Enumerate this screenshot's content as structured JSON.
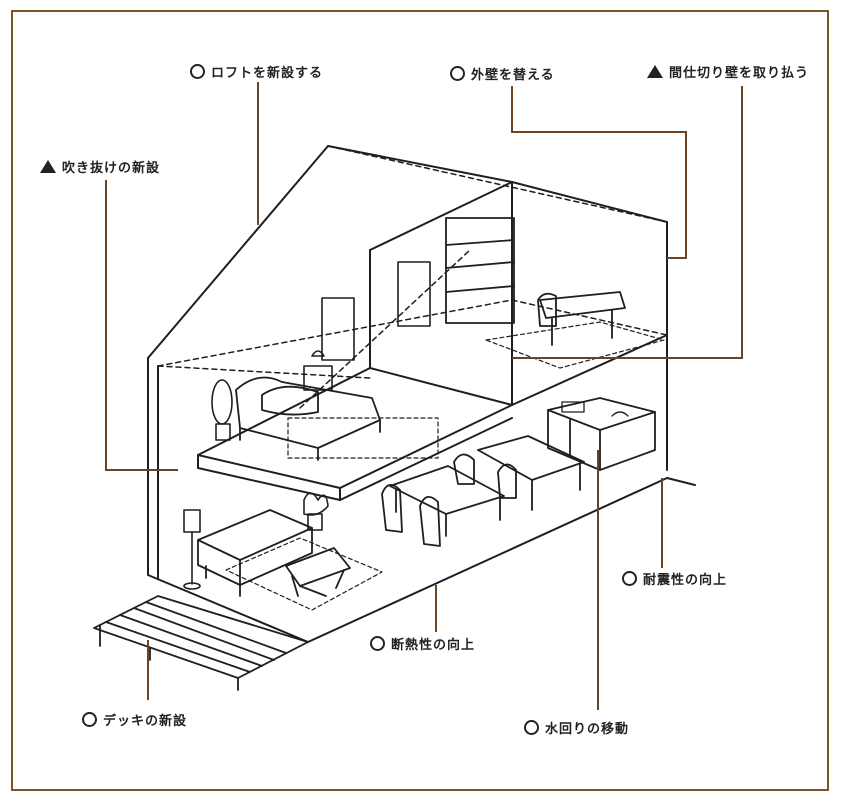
{
  "colors": {
    "frame": "#7a532a",
    "leader": "#6b4523",
    "ink": "#1f1f1f"
  },
  "labels": [
    {
      "id": "loft",
      "marker": "circle",
      "text": "ロフトを新設する"
    },
    {
      "id": "exterior",
      "marker": "circle",
      "text": "外壁を替える"
    },
    {
      "id": "partition",
      "marker": "triangle",
      "text": "間仕切り壁を取り払う"
    },
    {
      "id": "atrium",
      "marker": "triangle",
      "text": "吹き抜けの新設"
    },
    {
      "id": "seismic",
      "marker": "circle",
      "text": "耐震性の向上"
    },
    {
      "id": "insulation",
      "marker": "circle",
      "text": "断熱性の向上"
    },
    {
      "id": "deck",
      "marker": "circle",
      "text": "デッキの新設"
    },
    {
      "id": "plumbing",
      "marker": "circle",
      "text": "水回りの移動"
    }
  ]
}
